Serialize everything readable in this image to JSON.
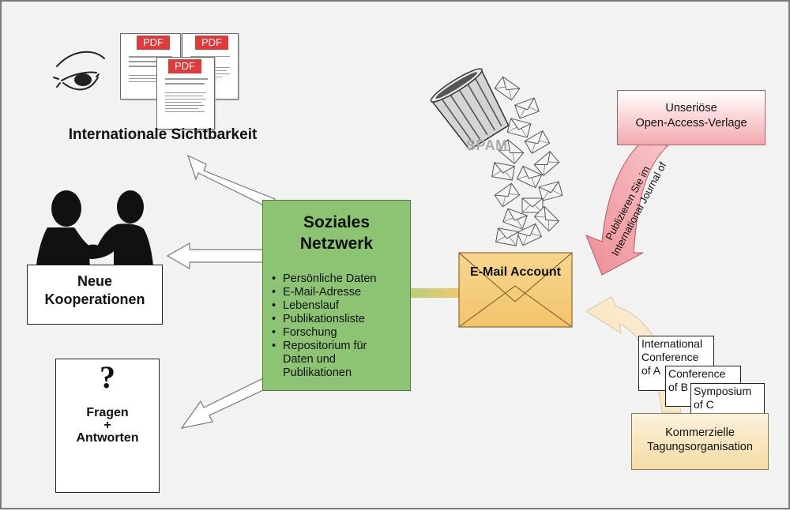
{
  "colors": {
    "network_green": "#8cc474",
    "email_yellow": "#f7cf7c",
    "publisher_pink": "#f4b8bc",
    "arrow_pink": "#f0a0a6",
    "arrow_yellow": "#f7dcaa",
    "pdf_red": "#e03a3a"
  },
  "labels": {
    "visibility": "Internationale Sichtbarkeit",
    "cooperations": "Neue\nKooperationen",
    "qa_mark": "?",
    "qa_text": "Fragen\n+\nAntworten",
    "spam": "SPAM",
    "email_account": "E-Mail Account"
  },
  "pdf_tag": "PDF",
  "network": {
    "title": "Soziales\nNetzwerk",
    "items": [
      "Persönliche Daten",
      "E-Mail-Adresse",
      "Lebenslauf",
      "Publikationsliste",
      "Forschung",
      "Repositorium für Daten und Publikationen"
    ]
  },
  "publisher": {
    "label": "Unseriöse\nOpen-Access-Verlage",
    "arrow_text": "Publizieren Sie im\nInternational Journal of"
  },
  "conference": {
    "doc1": "International\nConference\nof A",
    "doc2": "Conference\nof B",
    "doc3": "Symposium\nof C",
    "organizer": "Kommerzielle\nTagungsorganisation"
  },
  "icons": [
    "eye-icon",
    "pdf-document-icon",
    "handshake-icon",
    "question-mark-icon",
    "smiling-mouth-icon",
    "trash-can-icon",
    "envelope-icon"
  ]
}
